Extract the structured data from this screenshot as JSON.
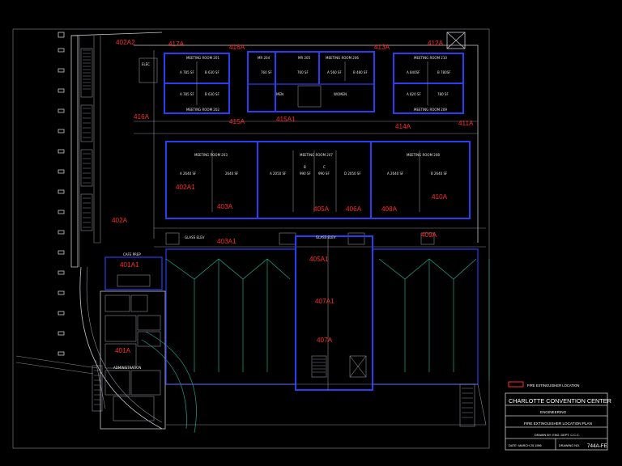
{
  "title_block": {
    "org": "CHARLOTTE CONVENTION CENTER",
    "dept": "ENGINEERING",
    "plan_title": "FIRE EXTINGUISHER LOCATION PLAN",
    "drawn_by": "DRAWN BY: ENG. DEPT. C.C.C.",
    "date": "DATE: MARCH 25,1996",
    "drawing_no_label": "DRAWING NO.",
    "drawing_no": "744A-FE"
  },
  "legend": {
    "label": "FIRE EXTINGUISHER LOCATION",
    "color": "#ff2a2a"
  },
  "room_labels": {
    "mr201": "MEETING ROOM 201",
    "mr202": "MEETING ROOM 202",
    "mr204": "MR 204",
    "mr205": "MR 205",
    "mr206": "MEETING ROOM 206",
    "mr210": "MEETING ROOM 210",
    "mr209": "MEETING ROOM 209",
    "mr203": "MEETING ROOM 203",
    "mr207": "MEETING ROOM 207",
    "mr208": "MEETING ROOM 208",
    "men": "MEN",
    "women": "WOMEN",
    "elec": "ELEC",
    "glass_elev": "GLASS ELEV",
    "cafe": "CAFE PREP",
    "admin": "ADMINISTRATION"
  },
  "sf_labels": {
    "a785": "A 785 SF",
    "b630": "B 630 SF",
    "a785b": "A 785 SF",
    "b630b": "B 630 SF",
    "s760a": "760 SF",
    "s760b": "760 SF",
    "a560": "A 560 SF",
    "b480": "B 480 SF",
    "a840": "A 840SF",
    "b780": "B 780SF",
    "a820": "A 820 SF",
    "s780": "780 SF",
    "a2640": "A 2640 SF",
    "s2640": "2640 SF",
    "a2050": "A 2050 SF",
    "b990": "990 SF",
    "c990": "990 SF",
    "d2050": "D 2050 SF",
    "a2640b": "A 2640 SF",
    "b2640": "B 2640 SF",
    "b": "B",
    "c": "C"
  },
  "extinguishers": [
    "402A2",
    "417A",
    "416A",
    "413A",
    "412A",
    "416A",
    "415A",
    "415A1",
    "414A",
    "411A",
    "402A1",
    "403A",
    "405A",
    "406A",
    "408A",
    "410A",
    "402A",
    "403A1",
    "409A",
    "401A1",
    "405A1",
    "407A1",
    "407A",
    "401A"
  ]
}
